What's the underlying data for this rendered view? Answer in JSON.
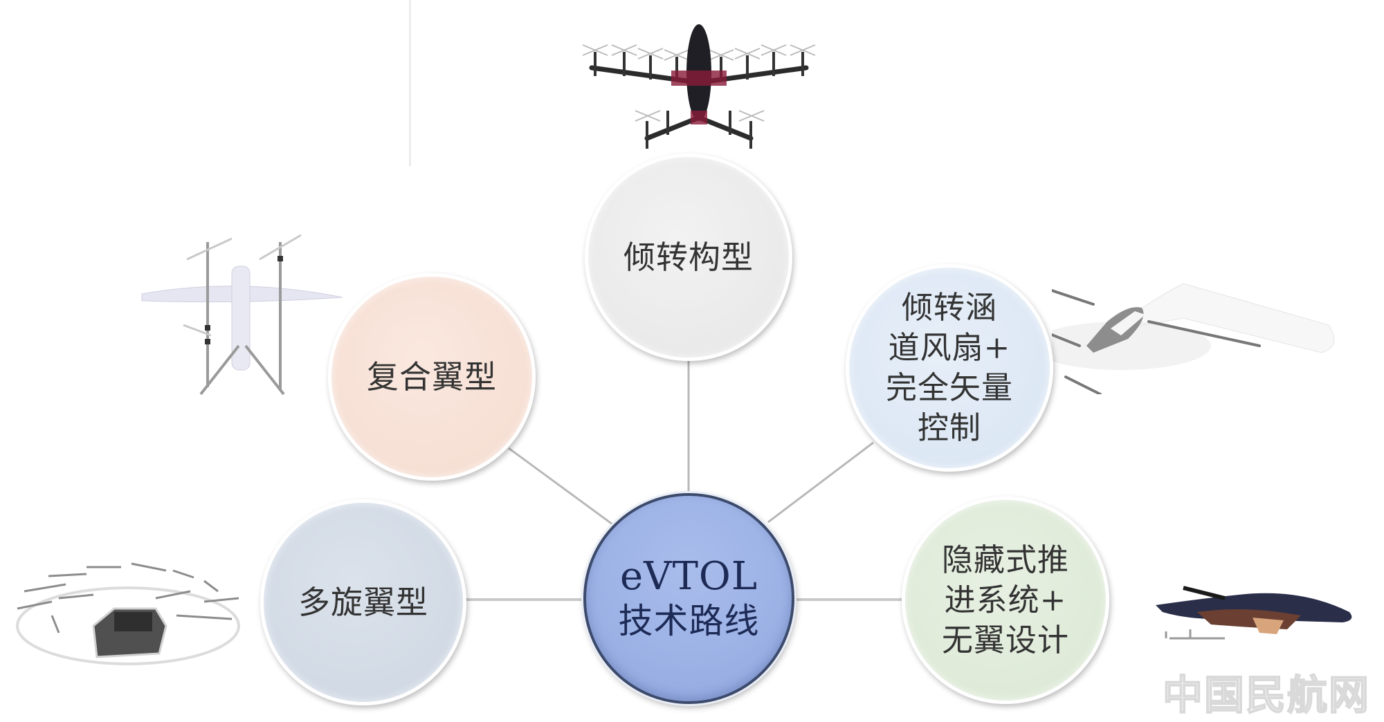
{
  "diagram": {
    "center": {
      "line1": "eVTOL",
      "line2": "技术路线",
      "fill": "#9db2e6",
      "border": "#3c4a6b"
    },
    "nodes": [
      {
        "id": "tilt",
        "label": "倾转构型",
        "fill": "#ebebeb",
        "position": "top"
      },
      {
        "id": "compound",
        "label": "复合翼型",
        "fill": "#f8e1d7",
        "position": "upper-left"
      },
      {
        "id": "multirotor",
        "label": "多旋翼型",
        "fill": "#d3dbe6",
        "position": "lower-left"
      },
      {
        "id": "tilt-ducted",
        "label": "倾转涵\n道风扇+\n完全矢量\n控制",
        "fill": "#dde8f5",
        "position": "upper-right"
      },
      {
        "id": "hidden-prop",
        "label": "隐藏式推\n进系统+\n无翼设计",
        "fill": "#dfebd9",
        "position": "lower-right"
      }
    ],
    "aircraft_images": [
      {
        "name": "tilt-rotor-aircraft",
        "near": "倾转构型"
      },
      {
        "name": "compound-wing-aircraft",
        "near": "复合翼型"
      },
      {
        "name": "multirotor-aircraft",
        "near": "多旋翼型"
      },
      {
        "name": "tilt-ducted-fan-aircraft",
        "near": "倾转涵道风扇+完全矢量控制"
      },
      {
        "name": "wingless-aircraft",
        "near": "隐藏式推进系统+无翼设计"
      }
    ],
    "connector_color": "#b8b8b8"
  },
  "watermark": "中国民航网"
}
